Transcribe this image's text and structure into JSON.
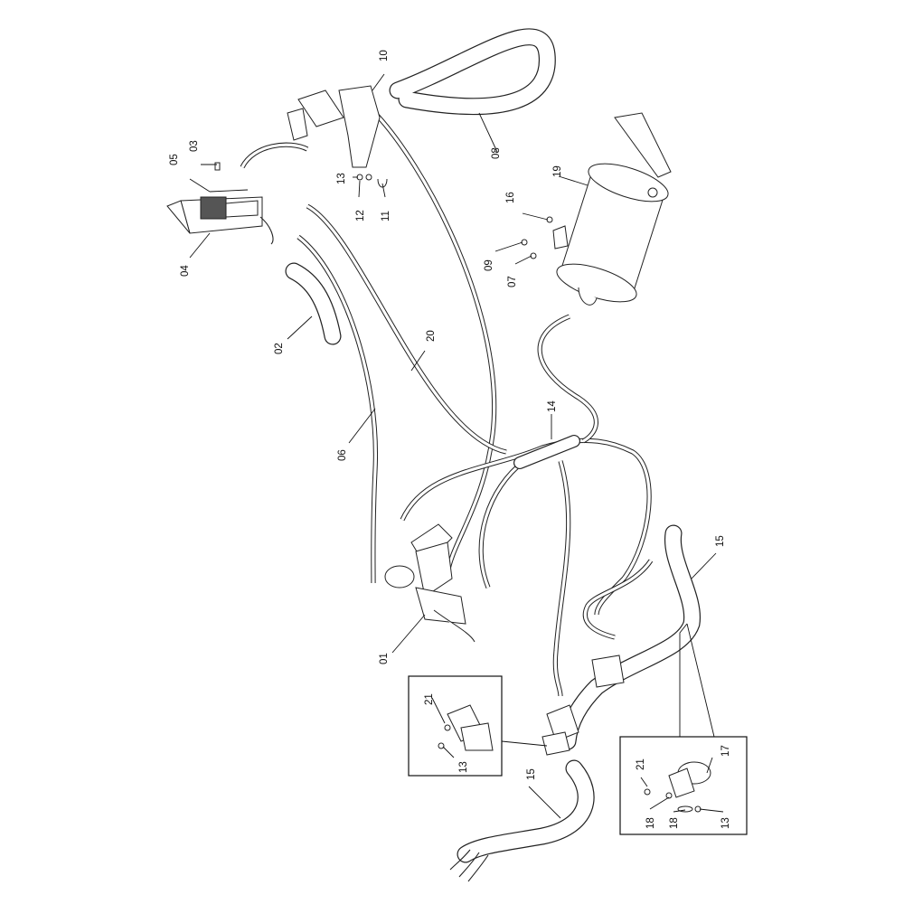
{
  "labels": {
    "p01": "01",
    "p02": "02",
    "p03": "03",
    "p04": "04",
    "p05": "05",
    "p06": "06",
    "p07": "07",
    "p08": "08",
    "p09": "09",
    "p10": "10",
    "p11": "11",
    "p12": "12",
    "p13a": "13",
    "p13b": "13",
    "p13c": "13",
    "p14": "14",
    "p15a": "15",
    "p15b": "15",
    "p16": "16",
    "p17": "17",
    "p18a": "18",
    "p18b": "18",
    "p19": "19",
    "p20": "20",
    "p21a": "21",
    "p21b": "21"
  }
}
